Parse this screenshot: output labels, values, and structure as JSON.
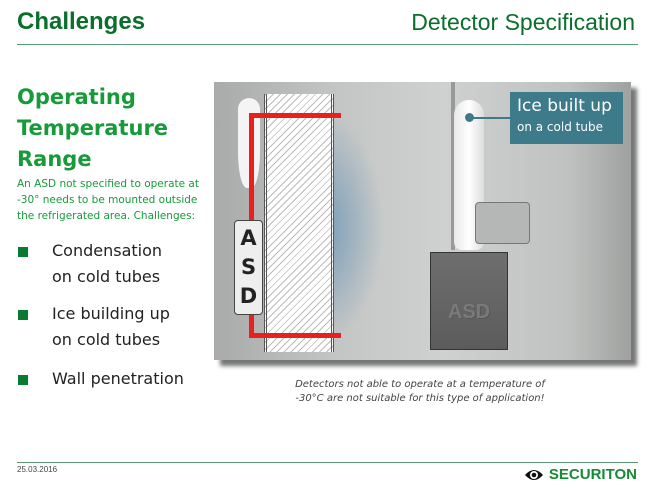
{
  "header": {
    "section": "Challenges",
    "title": "Detector Specification"
  },
  "left": {
    "heading": "Operating Temperature Range",
    "intro": "An ASD not specified to operate at -30° needs to be mounted outside the refrigerated area. Challenges:",
    "bullets": [
      {
        "line1": "Condensation",
        "line2": "on cold tubes"
      },
      {
        "line1": "Ice building up",
        "line2": "on cold tubes"
      },
      {
        "line1": "Wall penetration",
        "line2": ""
      }
    ]
  },
  "figure": {
    "asd_label": [
      "A",
      "S",
      "D"
    ],
    "box_label": "ASD",
    "callout_line1": "Ice built up",
    "callout_line2": "on a cold tube",
    "caption_line1": "Detectors not able to operate at a temperature of",
    "caption_line2": "-30°C are not suitable for this type of application!"
  },
  "footer": {
    "date": "25.03.2016",
    "brand": "SECURITON"
  },
  "colors": {
    "brand_green": "#0b6e2c",
    "pipe_red": "#e8201e",
    "callout": "#3d7a8a"
  }
}
